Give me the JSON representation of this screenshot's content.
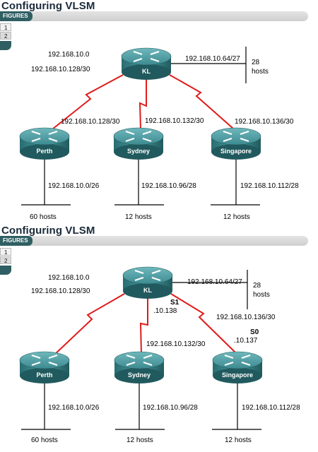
{
  "top": {
    "title": "Configuring VLSM",
    "figures_label": "FIGURES",
    "fig_buttons": [
      "1",
      "2"
    ],
    "routers": {
      "kl": "KL",
      "perth": "Perth",
      "sydney": "Sydney",
      "singapore": "Singapore"
    },
    "kl_labels": {
      "network": "192.168.10.0",
      "subnet": "192.168.10.128/30",
      "lan": "192.168.10.64/27",
      "lan_hosts": "28\nhosts"
    },
    "link_labels": {
      "perth": "192.168.10.128/30",
      "sydney": "192.168.10.132/30",
      "singapore": "192.168.10.136/30"
    },
    "lan_labels": {
      "perth": "192.168.10.0/26",
      "sydney": "192.168.10.96/28",
      "singapore": "192.168.10.112/28"
    },
    "hosts": {
      "perth": "60 hosts",
      "sydney": "12 hosts",
      "singapore": "12 hosts"
    }
  },
  "bottom": {
    "title": "Configuring VLSM",
    "figures_label": "FIGURES",
    "fig_buttons": [
      "1",
      "2"
    ],
    "routers": {
      "kl": "KL",
      "perth": "Perth",
      "sydney": "Sydney",
      "singapore": "Singapore"
    },
    "kl_labels": {
      "network": "192.168.10.0",
      "subnet": "192.168.10.128/30",
      "lan": "192.168.10.64/27",
      "lan_hosts": "28\nhosts"
    },
    "interfaces": {
      "s1": "S1",
      "s1_ip": ".10.138",
      "s0": "S0",
      "s0_ip": ".10.137"
    },
    "link_labels": {
      "sydney": "192.168.10.132/30",
      "singapore": "192.168.10.136/30"
    },
    "lan_labels": {
      "perth": "192.168.10.0/26",
      "sydney": "192.168.10.96/28",
      "singapore": "192.168.10.112/28"
    },
    "hosts": {
      "perth": "60 hosts",
      "sydney": "12 hosts",
      "singapore": "12 hosts"
    }
  },
  "colors": {
    "wan_link": "#e01b1b",
    "router_body": "#3d8a90",
    "router_dark": "#1f5659",
    "header_tab": "#2f5f63",
    "title": "#1a2a3a"
  }
}
